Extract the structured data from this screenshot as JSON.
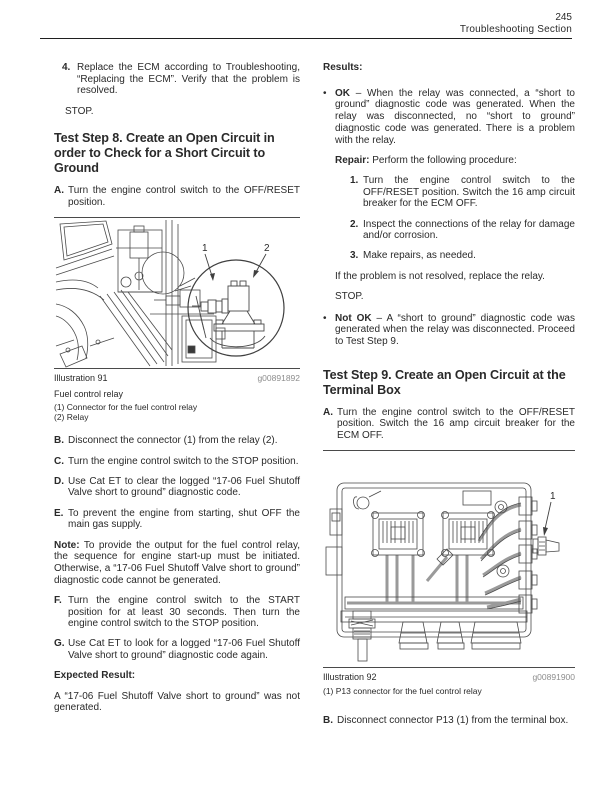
{
  "header": {
    "page_number": "245",
    "section_title": "Troubleshooting Section"
  },
  "ui": {
    "bullet_glyph": "•"
  },
  "left": {
    "step4_label": "4.",
    "step4_text": "Replace the ECM according to Troubleshooting, “Replacing the ECM”. Verify that the problem is resolved.",
    "stop1": "STOP.",
    "step8_heading": "Test Step 8. Create an Open Circuit in order to Check for a Short Circuit to Ground",
    "stepA_label": "A.",
    "stepA_text": "Turn the engine control switch to the OFF/RESET position.",
    "ill91": {
      "name": "Illustration 91",
      "code": "g00891892",
      "title": "Fuel control relay",
      "legend1": "(1) Connector for the fuel control relay",
      "legend2": "(2) Relay",
      "callout1": "1",
      "callout2": "2"
    },
    "stepB_label": "B.",
    "stepB_text": "Disconnect the connector (1) from the relay (2).",
    "stepC_label": "C.",
    "stepC_text": "Turn the engine control switch to the STOP position.",
    "stepD_label": "D.",
    "stepD_text": "Use Cat ET to clear the logged “17-06 Fuel Shutoff Valve short to ground” diagnostic code.",
    "stepE_label": "E.",
    "stepE_text": "To prevent the engine from starting, shut OFF the main gas supply.",
    "note_label": "Note:",
    "note_text": "To provide the output for the fuel control relay, the sequence for engine start-up must be initiated. Otherwise, a “17-06 Fuel Shutoff Valve short to ground” diagnostic code cannot be generated.",
    "stepF_label": "F.",
    "stepF_text": "Turn the engine control switch to the START position for at least 30 seconds. Then turn the engine control switch to the STOP position.",
    "stepG_label": "G.",
    "stepG_text": "Use Cat ET to look for a logged “17-06 Fuel Shutoff Valve short to ground” diagnostic code again.",
    "expected_heading": "Expected Result:",
    "expected_text": "A “17-06 Fuel Shutoff Valve short to ground” was not generated."
  },
  "right": {
    "results_heading": "Results:",
    "ok_label": "OK",
    "ok_text": "– When the relay was connected, a “short to ground” diagnostic code was generated. When the relay was disconnected, no “short to ground” diagnostic code was generated. There is a problem with the relay.",
    "repair_label": "Repair:",
    "repair_text": "Perform the following procedure:",
    "r1_label": "1.",
    "r1_text": "Turn the engine control switch to the OFF/RESET position. Switch the 16 amp circuit breaker for the ECM OFF.",
    "r2_label": "2.",
    "r2_text": "Inspect the connections of the relay for damage and/or corrosion.",
    "r3_label": "3.",
    "r3_text": "Make repairs, as needed.",
    "not_resolved_text": "If the problem is not resolved, replace the relay.",
    "stop2": "STOP.",
    "notok_label": "Not OK",
    "notok_text": "– A “short to ground” diagnostic code was generated when the relay was disconnected. Proceed to Test Step 9.",
    "step9_heading": "Test Step 9. Create an Open Circuit at the Terminal Box",
    "stepA_label": "A.",
    "stepA_text": "Turn the engine control switch to the OFF/RESET position. Switch the 16 amp circuit breaker for the ECM OFF.",
    "ill92": {
      "name": "Illustration 92",
      "code": "g00891900",
      "legend1": "(1) P13 connector for the fuel control relay",
      "callout1": "1"
    },
    "stepB_label": "B.",
    "stepB_text": "Disconnect connector P13 (1) from the terminal box."
  }
}
